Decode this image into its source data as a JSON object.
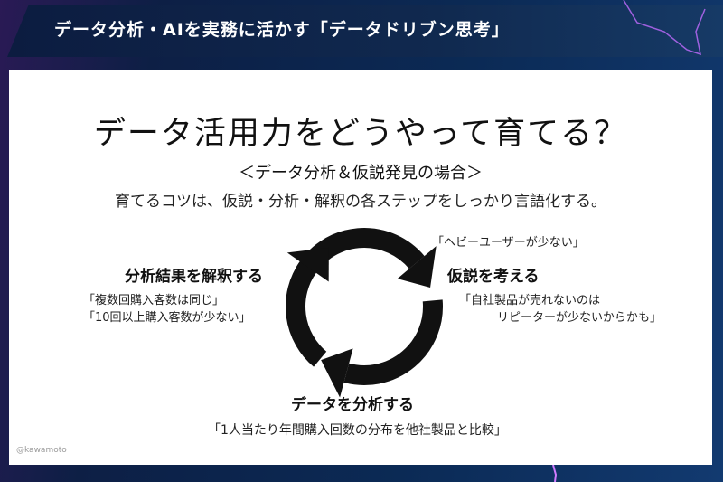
{
  "header": {
    "title": "データ分析・AIを実務に活かす「データドリブン思考」"
  },
  "slide": {
    "title": "データ活用力をどうやって育てる？",
    "subtitle": "＜データ分析＆仮説発見の場合＞",
    "lead": "育てるコツは、仮説・分析・解釈の各ステップをしっかり言語化する。",
    "steps": [
      {
        "label": "仮説を考える",
        "quote_above": "「ヘビーユーザーが少ない」",
        "lines": [
          "「自社製品が売れないのは",
          "リピーターが少ないからかも」"
        ]
      },
      {
        "label": "データを分析する",
        "lines": [
          "「1人当たり年間購入回数の分布を他社製品と比較」"
        ]
      },
      {
        "label": "分析結果を解釈する",
        "lines": [
          "「複数回購入客数は同じ」",
          "「10回以上購入客数が少ない」"
        ]
      }
    ],
    "credit": "@kawamoto"
  },
  "colors": {
    "arrow": "#111111",
    "accent": "#c26bff"
  }
}
